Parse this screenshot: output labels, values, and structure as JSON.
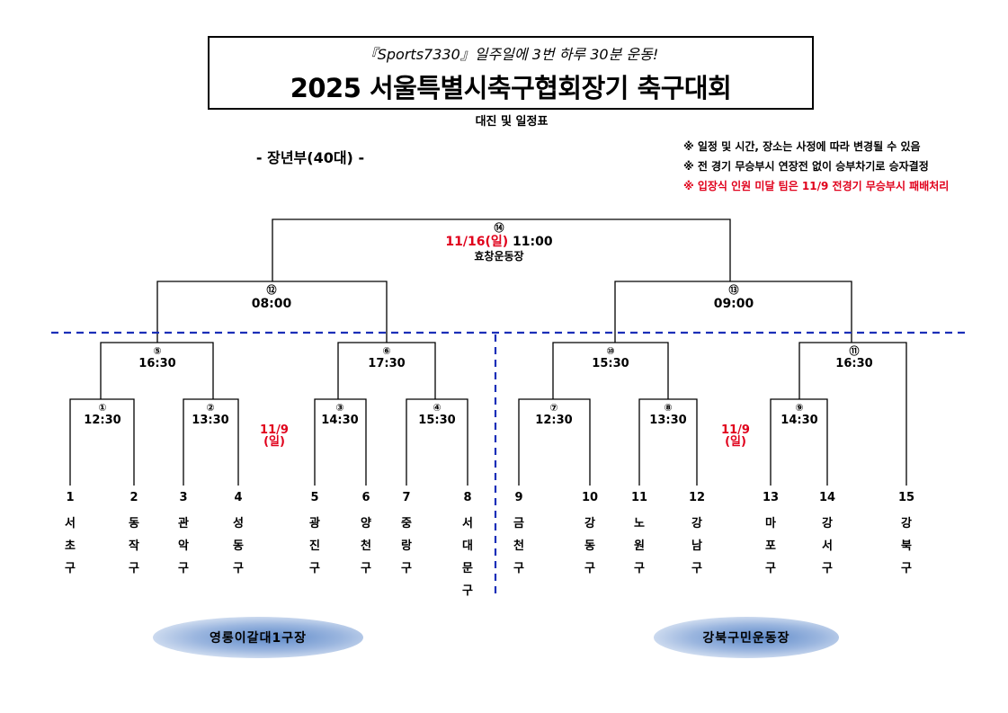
{
  "header": {
    "slogan": "『Sports7330』일주일에 3번 하루 30분 운동!",
    "title": "2025 서울특별시축구협회장기 축구대회",
    "subtitle": "대진 및 일정표"
  },
  "division": "- 장년부(40대) -",
  "notes": [
    "※ 일정 및 시간, 장소는 사정에 따라 변경될 수 있음",
    "※ 전 경기 무승부시 연장전 없이 승부차기로 승자결정",
    "※ 입장식 인원 미달 팀은 11/9 전경기 무승부시 패배처리"
  ],
  "colors": {
    "red": "#e0001b",
    "divider": "#1a2fb8",
    "venue": "#5d89c9"
  },
  "final": {
    "num": "⑭",
    "date": "11/16(일)",
    "time": "11:00",
    "venue": "효창운동장"
  },
  "matches": {
    "m1": {
      "num": "①",
      "time": "12:30"
    },
    "m2": {
      "num": "②",
      "time": "13:30"
    },
    "m3": {
      "num": "③",
      "time": "14:30"
    },
    "m4": {
      "num": "④",
      "time": "15:30"
    },
    "m5": {
      "num": "⑤",
      "time": "16:30"
    },
    "m6": {
      "num": "⑥",
      "time": "17:30"
    },
    "m7": {
      "num": "⑦",
      "time": "12:30"
    },
    "m8": {
      "num": "⑧",
      "time": "13:30"
    },
    "m9": {
      "num": "⑨",
      "time": "14:30"
    },
    "m10": {
      "num": "⑩",
      "time": "15:30"
    },
    "m11": {
      "num": "⑪",
      "time": "16:30"
    },
    "m12": {
      "num": "⑫",
      "time": "08:00"
    },
    "m13": {
      "num": "⑬",
      "time": "09:00"
    }
  },
  "round1_date": {
    "line1": "11/9",
    "line2": "(일)"
  },
  "teams": [
    {
      "num": "1",
      "name": "서초구"
    },
    {
      "num": "2",
      "name": "동작구"
    },
    {
      "num": "3",
      "name": "관악구"
    },
    {
      "num": "4",
      "name": "성동구"
    },
    {
      "num": "5",
      "name": "광진구"
    },
    {
      "num": "6",
      "name": "양천구"
    },
    {
      "num": "7",
      "name": "중랑구"
    },
    {
      "num": "8",
      "name": "서대문구"
    },
    {
      "num": "9",
      "name": "금천구"
    },
    {
      "num": "10",
      "name": "강동구"
    },
    {
      "num": "11",
      "name": "노원구"
    },
    {
      "num": "12",
      "name": "강남구"
    },
    {
      "num": "13",
      "name": "마포구"
    },
    {
      "num": "14",
      "name": "강서구"
    },
    {
      "num": "15",
      "name": "강북구"
    }
  ],
  "venues": {
    "left": "영롱이갈대1구장",
    "right": "강북구민운동장"
  }
}
